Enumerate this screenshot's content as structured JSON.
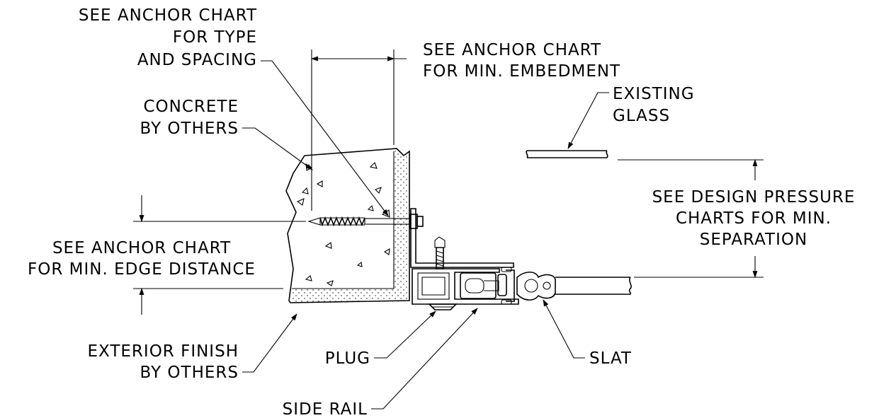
{
  "labels": {
    "anchor_type_1": "SEE ANCHOR CHART",
    "anchor_type_2": "FOR TYPE",
    "anchor_type_3": "AND SPACING",
    "embed_1": "SEE ANCHOR CHART",
    "embed_2": "FOR MIN. EMBEDMENT",
    "concrete_1": "CONCRETE",
    "concrete_2": "BY OTHERS",
    "glass_1": "EXISTING",
    "glass_2": "GLASS",
    "design_1": "SEE DESIGN PRESSURE",
    "design_2": "CHARTS FOR MIN.",
    "design_3": "SEPARATION",
    "edge_1": "SEE ANCHOR CHART",
    "edge_2": "FOR MIN. EDGE DISTANCE",
    "exterior_1": "EXTERIOR FINISH",
    "exterior_2": "BY OTHERS",
    "plug": "PLUG",
    "side_rail": "SIDE RAIL",
    "slat": "SLAT"
  }
}
